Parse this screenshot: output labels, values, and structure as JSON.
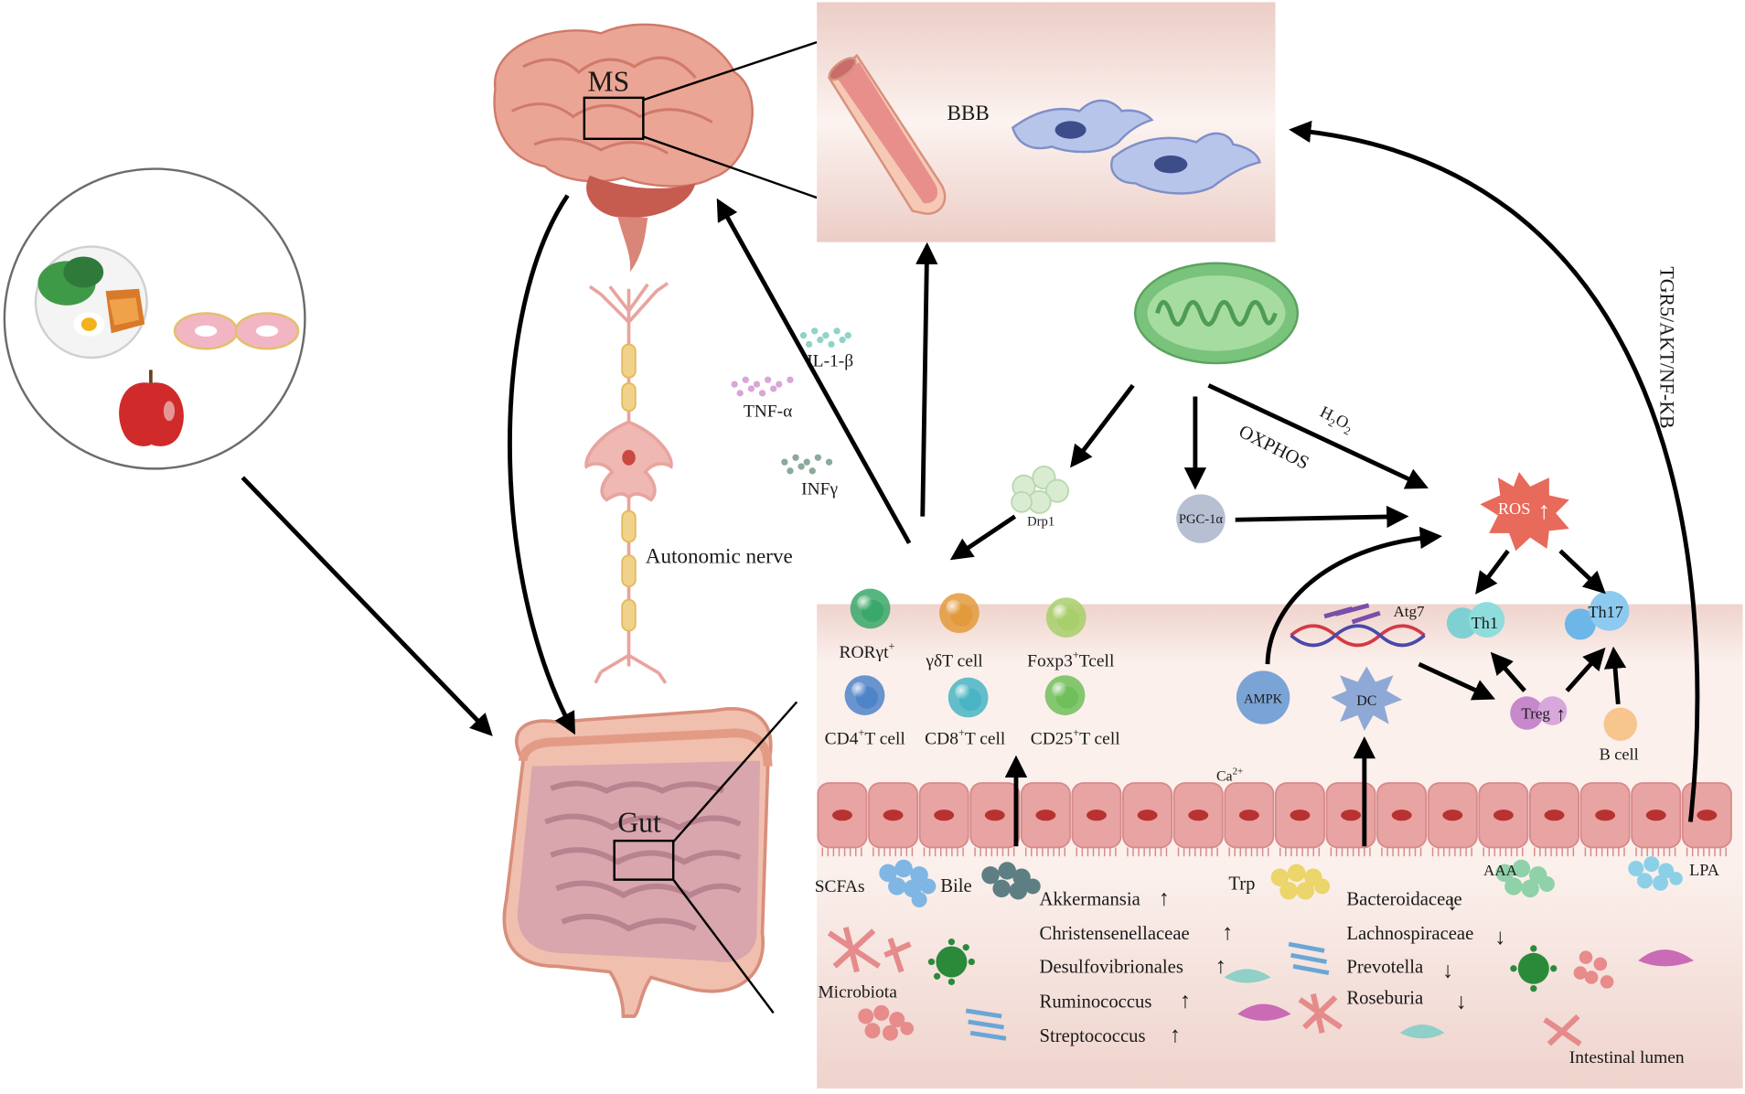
{
  "labels": {
    "ms": "MS",
    "gut": "Gut",
    "bbb": "BBB",
    "autonomic_nerve": "Autonomic nerve",
    "il1b": "IL-1-β",
    "tnfa": "TNF-α",
    "infg": "INFγ",
    "drp1": "Drp1",
    "pgc1a": "PGC-1α",
    "oxphos": "OXPHOS",
    "h2o2_main": "H",
    "h2o2_sub1": "2",
    "h2o2_mid": "O",
    "h2o2_sub2": "2",
    "ros": "ROS",
    "ros_arrow": "↑",
    "tgr5": "TGR5/AKT/NF-KB",
    "th1": "Th1",
    "th17": "Th17",
    "treg": "Treg",
    "treg_arrow": "↑",
    "b_cell": "B cell",
    "ampk": "AMPK",
    "dc": "DC",
    "atg7": "Atg7",
    "ca_main": "Ca",
    "ca_sup": "2+",
    "intestinal_lumen": "Intestinal lumen",
    "microbiota": "Microbiota"
  },
  "immune_cells": [
    {
      "main": "RORγt",
      "sup": "+",
      "rest": "",
      "color": "#3aa86a"
    },
    {
      "main": "γδT cell",
      "sup": "",
      "rest": "",
      "color": "#e39a3c"
    },
    {
      "main": "Foxp3",
      "sup": "+",
      "rest": "Tcell",
      "color": "#a7cf6b"
    },
    {
      "main": "CD4",
      "sup": "+",
      "rest": "T cell",
      "color": "#4f84c9"
    },
    {
      "main": "CD8",
      "sup": "+",
      "rest": "T cell",
      "color": "#49b4c4"
    },
    {
      "main": "CD25",
      "sup": "+",
      "rest": "T cell",
      "color": "#6fbf5a"
    }
  ],
  "metabolites": {
    "scfas": "SCFAs",
    "bile": "Bile",
    "trp": "Trp",
    "aaa": "AAA",
    "lpa": "LPA"
  },
  "bacteria_up": [
    {
      "name": "Akkermansia",
      "arrow": "↑"
    },
    {
      "name": "Christensenellaceae",
      "arrow": "↑"
    },
    {
      "name": "Desulfovibrionales",
      "arrow": "↑"
    },
    {
      "name": "Ruminococcus",
      "arrow": "↑"
    },
    {
      "name": "Streptococcus",
      "arrow": "↑"
    }
  ],
  "bacteria_down": [
    {
      "name": "Bacteroidaceae",
      "arrow": "↓"
    },
    {
      "name": "Lachnospiraceae",
      "arrow": "↓"
    },
    {
      "name": "Prevotella",
      "arrow": "↓"
    },
    {
      "name": "Roseburia",
      "arrow": "↓"
    }
  ],
  "colors": {
    "panel_top": "#f0d6d0",
    "panel_mid": "#fbf1ee",
    "epithelium": "#e8a3a3",
    "nucleus": "#b8322f",
    "mitochondria": "#7cc47e",
    "ros": "#e86a5a",
    "arrow": "#000000"
  }
}
